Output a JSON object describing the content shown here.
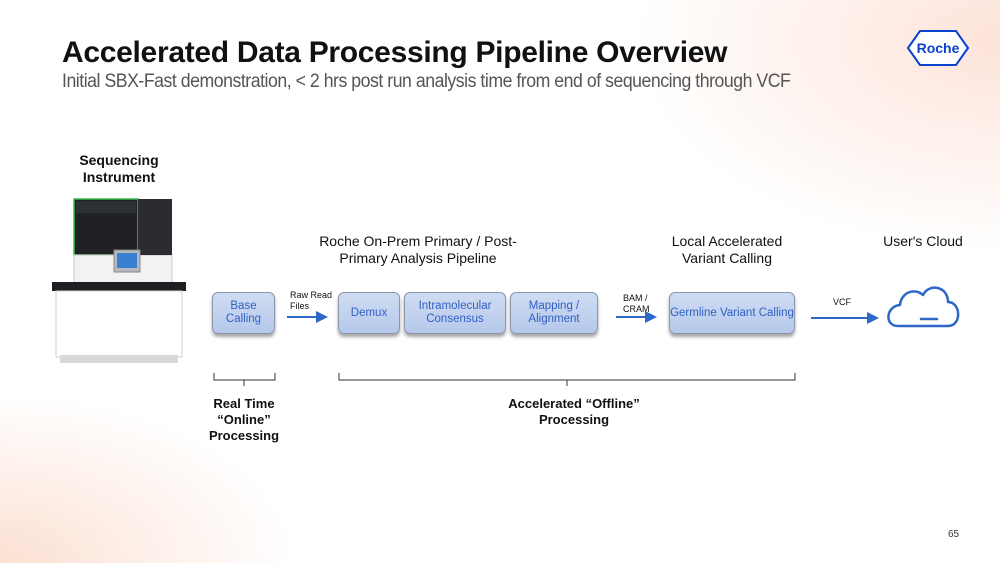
{
  "slide": {
    "title": "Accelerated Data Processing Pipeline Overview",
    "subtitle": "Initial SBX-Fast demonstration, < 2 hrs post run analysis time from end of sequencing through VCF",
    "logo_text": "Roche",
    "page_number": "65"
  },
  "diagram": {
    "sequencing_instrument_label": "Sequencing Instrument",
    "on_prem_label": "Roche On-Prem Primary / Post-Primary Analysis Pipeline",
    "local_variant_label": "Local Accelerated Variant Calling",
    "users_cloud_label": "User's Cloud",
    "boxes": {
      "base_calling": "Base Calling",
      "demux": "Demux",
      "intramolecular_consensus": "Intramolecular Consensus",
      "mapping_alignment": "Mapping / Alignment",
      "germline_variant_calling": "Germline Variant Calling"
    },
    "arrow_labels": {
      "raw_read_files": "Raw Read Files",
      "bam_cram": "BAM / CRAM",
      "vcf": "VCF"
    },
    "bracket_labels": {
      "realtime": "Real Time “Online” Processing",
      "offline": "Accelerated “Offline” Processing"
    },
    "colors": {
      "box_text": "#3160c4",
      "arrow": "#2f67c9",
      "logo": "#0b41cd",
      "instrument_accent": "#39c04a"
    }
  }
}
